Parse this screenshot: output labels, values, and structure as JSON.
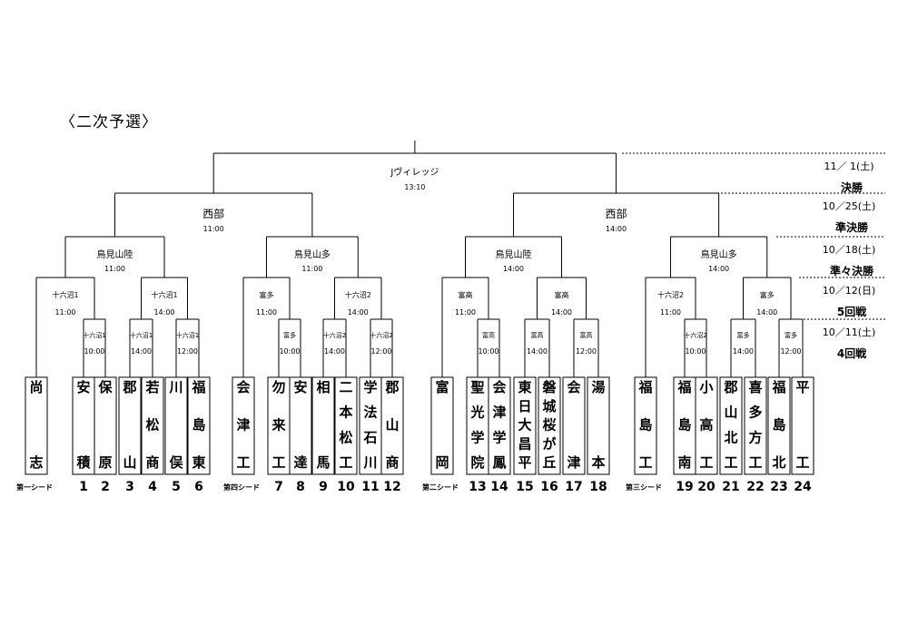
{
  "heading": "〈二次予選〉",
  "final": {
    "venue": "Jヴィレッジ",
    "time": "13:10"
  },
  "semis": [
    {
      "venue": "西部",
      "time": "11:00"
    },
    {
      "venue": "西部",
      "time": "14:00"
    }
  ],
  "quarters": [
    {
      "venue": "鳥見山陸",
      "time": "11:00"
    },
    {
      "venue": "鳥見山多",
      "time": "11:00"
    },
    {
      "venue": "鳥見山陸",
      "time": "14:00"
    },
    {
      "venue": "鳥見山多",
      "time": "14:00"
    }
  ],
  "round5": [
    {
      "venue": "十六沼1",
      "time": "11:00"
    },
    {
      "venue": "十六沼1",
      "time": "14:00"
    },
    {
      "venue": "富多",
      "time": "11:00"
    },
    {
      "venue": "十六沼2",
      "time": "14:00"
    },
    {
      "venue": "富高",
      "time": "11:00"
    },
    {
      "venue": "富高",
      "time": "14:00"
    },
    {
      "venue": "十六沼2",
      "time": "11:00"
    },
    {
      "venue": "富多",
      "time": "14:00"
    }
  ],
  "round4": [
    {
      "venue": "十六沼1",
      "time": "10:00"
    },
    {
      "venue": "十六沼1",
      "time": "14:00"
    },
    {
      "venue": "十六沼1",
      "time": "12:00"
    },
    {
      "venue": "富多",
      "time": "10:00"
    },
    {
      "venue": "十六沼2",
      "time": "14:00"
    },
    {
      "venue": "十六沼2",
      "time": "12:00"
    },
    {
      "venue": "富高",
      "time": "10:00"
    },
    {
      "venue": "富高",
      "time": "14:00"
    },
    {
      "venue": "富高",
      "time": "12:00"
    },
    {
      "venue": "十六沼2",
      "time": "10:00"
    },
    {
      "venue": "富多",
      "time": "14:00"
    },
    {
      "venue": "富多",
      "time": "12:00"
    }
  ],
  "schedule": [
    {
      "date": "11／ 1(土)",
      "round": "決勝"
    },
    {
      "date": "10／25(土)",
      "round": "準決勝"
    },
    {
      "date": "10／18(土)",
      "round": "準々決勝"
    },
    {
      "date": "10／12(日)",
      "round": "5回戦"
    },
    {
      "date": "10／11(土)",
      "round": "4回戦"
    }
  ],
  "seeds": [
    {
      "label": "第一シード",
      "team": "尚志"
    },
    {
      "label": "第四シード",
      "team": "会津工"
    },
    {
      "label": "第二シード",
      "team": "富岡"
    },
    {
      "label": "第三シード",
      "team": "福島工"
    }
  ],
  "teams": [
    {
      "no": "1",
      "name": "安積"
    },
    {
      "no": "2",
      "name": "保原"
    },
    {
      "no": "3",
      "name": "郡山"
    },
    {
      "no": "4",
      "name": "若松商"
    },
    {
      "no": "5",
      "name": "川俣"
    },
    {
      "no": "6",
      "name": "福島東"
    },
    {
      "no": "7",
      "name": "勿来工"
    },
    {
      "no": "8",
      "name": "安達"
    },
    {
      "no": "9",
      "name": "相馬"
    },
    {
      "no": "10",
      "name": "二本松工"
    },
    {
      "no": "11",
      "name": "学法石川"
    },
    {
      "no": "12",
      "name": "郡山商"
    },
    {
      "no": "13",
      "name": "聖光学院"
    },
    {
      "no": "14",
      "name": "会津学鳳"
    },
    {
      "no": "15",
      "name": "東日大昌平"
    },
    {
      "no": "16",
      "name": "磐城桜が丘"
    },
    {
      "no": "17",
      "name": "会津"
    },
    {
      "no": "18",
      "name": "湯本"
    },
    {
      "no": "19",
      "name": "福島南"
    },
    {
      "no": "20",
      "name": "小高工"
    },
    {
      "no": "21",
      "name": "郡山北工"
    },
    {
      "no": "22",
      "name": "喜多方工"
    },
    {
      "no": "23",
      "name": "福島北"
    },
    {
      "no": "24",
      "name": "平工"
    }
  ]
}
